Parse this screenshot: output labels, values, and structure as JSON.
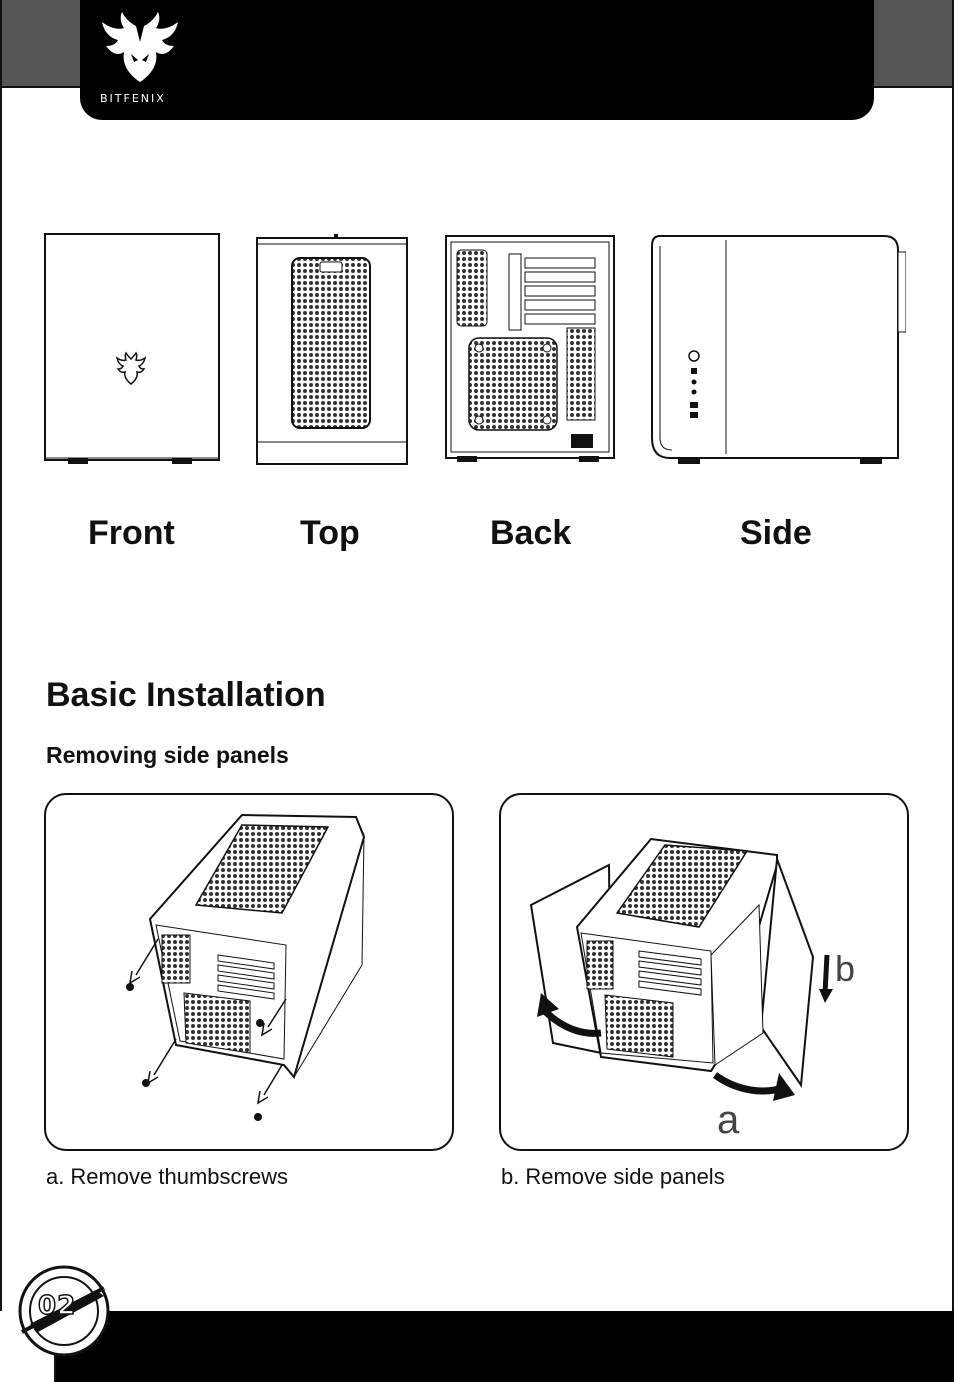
{
  "header": {
    "brand_logo_text": "BITFENIX"
  },
  "views": [
    {
      "id": "front",
      "label": "Front"
    },
    {
      "id": "top",
      "label": "Top"
    },
    {
      "id": "back",
      "label": "Back"
    },
    {
      "id": "side",
      "label": "Side"
    }
  ],
  "section": {
    "title": "Basic Installation",
    "subtitle": "Removing side panels"
  },
  "steps": [
    {
      "letter": "a.",
      "text": "Remove thumbscrews"
    },
    {
      "letter": "b.",
      "text": "Remove side panels"
    }
  ],
  "diagram_labels": {
    "arrow_a": "a",
    "arrow_b": "b"
  },
  "footer": {
    "page_number": "02"
  },
  "colors": {
    "header_black": "#000000",
    "frame_gray": "#555555",
    "accent_white": "#ffffff"
  }
}
